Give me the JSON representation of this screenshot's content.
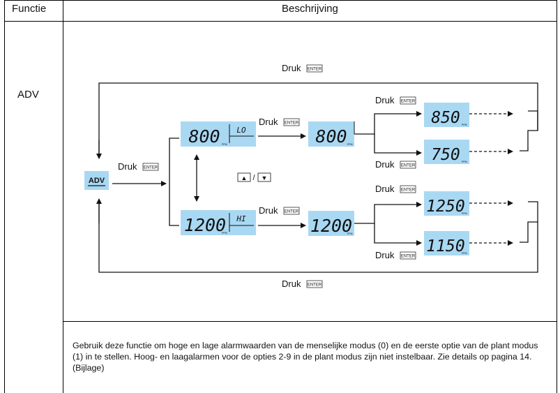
{
  "table": {
    "header_function": "Functie",
    "header_description": "Beschrijving",
    "function_name": "ADV"
  },
  "diagram": {
    "press_word": "Druk",
    "enter_key": "ENTER",
    "adv_icon": "ADV",
    "ppm_unit": "PPM",
    "low_branch": {
      "value": "800",
      "tag": "LO",
      "options": [
        "850",
        "750"
      ]
    },
    "high_branch": {
      "value": "1200",
      "tag": "HI",
      "options": [
        "1250",
        "1150"
      ]
    },
    "up_arrow": "▲",
    "separator": "/",
    "down_arrow": "▼",
    "colors": {
      "lcd": "#a9d8f3",
      "line": "#111111"
    }
  },
  "description": "Gebruik deze functie om hoge en lage alarmwaarden van de menselijke modus (0) en de eerste optie van de plant modus (1) in te stellen. Hoog- en laagalarmen voor de opties 2-9 in de plant modus zijn niet instelbaar. Zie details op pagina 14. (Bijlage)"
}
